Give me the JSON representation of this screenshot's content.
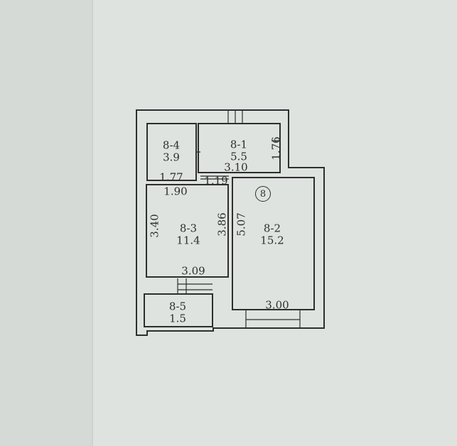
{
  "plan": {
    "apartment_number": "8",
    "rooms": [
      {
        "id": "8-4",
        "area": "3.9"
      },
      {
        "id": "8-1",
        "area": "5.5"
      },
      {
        "id": "8-3",
        "area": "11.4"
      },
      {
        "id": "8-2",
        "area": "15.2"
      },
      {
        "id": "8-5",
        "area": "1.5"
      }
    ],
    "dimensions": {
      "room_8_1_height": "1.76",
      "room_8_1_width": "3.10",
      "room_8_4_width": "1.77",
      "passage_width": "1.19",
      "room_8_3_top": "1.90",
      "room_8_3_height": "3.40",
      "room_8_3_right": "3.86",
      "room_8_2_height": "5.07",
      "room_8_3_bottom": "3.09",
      "room_8_2_width": "3.00"
    },
    "colors": {
      "paper": "#dfe3e0",
      "ink": "#2e2e30"
    }
  }
}
